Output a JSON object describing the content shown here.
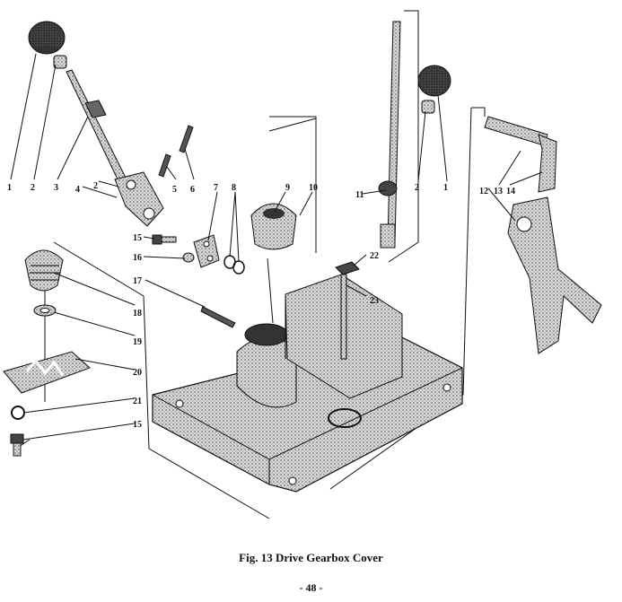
{
  "figure": {
    "caption": "Fig. 13  Drive Gearbox Cover",
    "page_number": "- 48 -"
  },
  "callouts": [
    {
      "id": "c1a",
      "text": "1"
    },
    {
      "id": "c2a",
      "text": "2"
    },
    {
      "id": "c3",
      "text": "3"
    },
    {
      "id": "c4",
      "text": "4"
    },
    {
      "id": "c2b",
      "text": "2"
    },
    {
      "id": "c5",
      "text": "5"
    },
    {
      "id": "c6",
      "text": "6"
    },
    {
      "id": "c7",
      "text": "7"
    },
    {
      "id": "c8",
      "text": "8"
    },
    {
      "id": "c9",
      "text": "9"
    },
    {
      "id": "c10",
      "text": "10"
    },
    {
      "id": "c11",
      "text": "11"
    },
    {
      "id": "c2c",
      "text": "2"
    },
    {
      "id": "c1b",
      "text": "1"
    },
    {
      "id": "c12",
      "text": "12"
    },
    {
      "id": "c13",
      "text": "13"
    },
    {
      "id": "c14",
      "text": "14"
    },
    {
      "id": "c15a",
      "text": "15"
    },
    {
      "id": "c16",
      "text": "16"
    },
    {
      "id": "c17",
      "text": "17"
    },
    {
      "id": "c18",
      "text": "18"
    },
    {
      "id": "c19",
      "text": "19"
    },
    {
      "id": "c20",
      "text": "20"
    },
    {
      "id": "c21",
      "text": "21"
    },
    {
      "id": "c15b",
      "text": "15"
    },
    {
      "id": "c22",
      "text": "22"
    },
    {
      "id": "c23",
      "text": "23"
    }
  ]
}
